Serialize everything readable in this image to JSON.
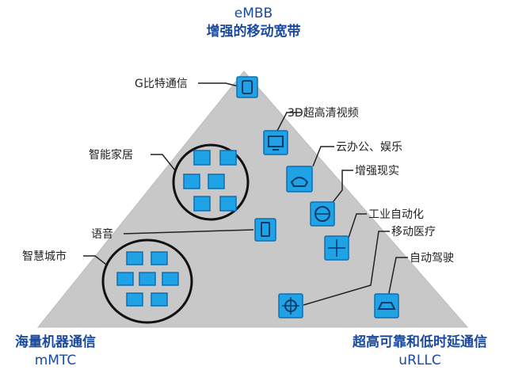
{
  "corners": {
    "top": {
      "code": "eMBB",
      "name": "增强的移动宽带"
    },
    "bottom_left": {
      "name": "海量机器通信",
      "code": "mMTC"
    },
    "bottom_right": {
      "name": "超高可靠和低时延通信",
      "code": "uRLLC"
    }
  },
  "use_cases": [
    {
      "label": "G比特通信",
      "icon": "storage-icon"
    },
    {
      "label": "3D超高清视频",
      "icon": "tv-icon"
    },
    {
      "label": "云办公、娱乐",
      "icon": "gamepad-icon"
    },
    {
      "label": "增强现实",
      "icon": "globe-icon"
    },
    {
      "label": "工业自动化",
      "icon": "arrows-in-icon"
    },
    {
      "label": "移动医疗",
      "icon": "crosshair-icon"
    },
    {
      "label": "自动驾驶",
      "icon": "car-icon"
    },
    {
      "label": "智能家居",
      "icon": "smart-home-icon"
    },
    {
      "label": "语音",
      "icon": "phone-icon"
    },
    {
      "label": "智慧城市",
      "icon": "smart-city-icon"
    }
  ],
  "colors": {
    "triangle": "#c8c8c8",
    "icon_box": "#1fa2e6",
    "icon_border": "#0d6fb0",
    "corner_text": "#1a4aa0",
    "line": "#222222"
  }
}
